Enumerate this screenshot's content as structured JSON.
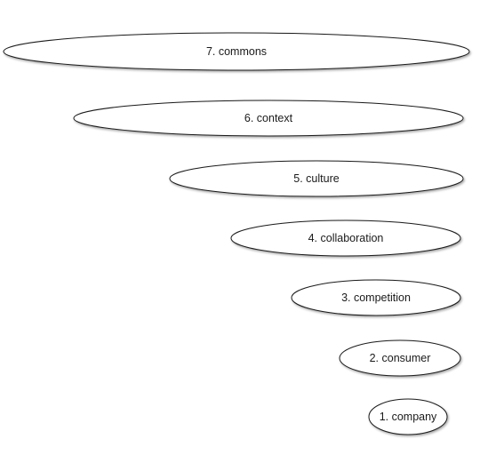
{
  "diagram": {
    "levels": [
      {
        "label": "7.  commons"
      },
      {
        "label": "6. context"
      },
      {
        "label": "5. culture"
      },
      {
        "label": "4. collaboration"
      },
      {
        "label": "3. competition"
      },
      {
        "label": "2. consumer"
      },
      {
        "label": "1. company"
      }
    ]
  }
}
